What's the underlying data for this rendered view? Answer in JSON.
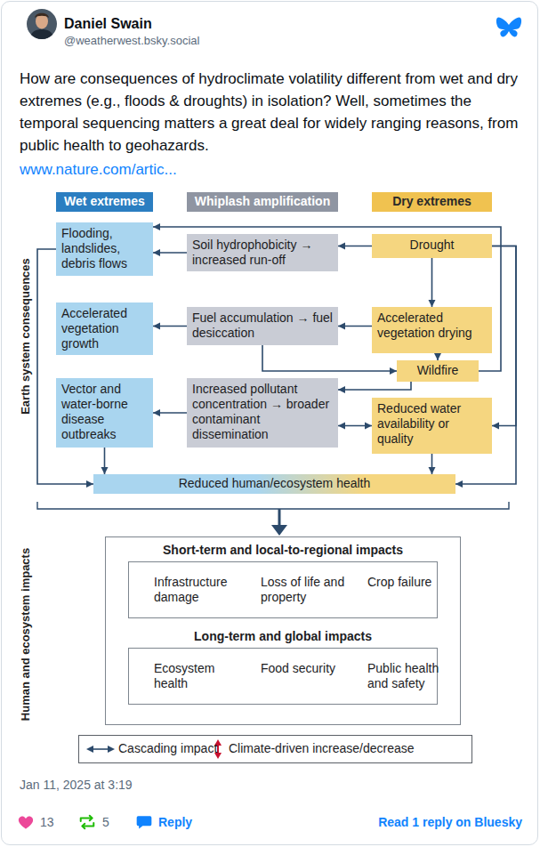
{
  "diagram": {
    "nodes": [
      {
        "text": [
          "Wet extremes"
        ]
      },
      {
        "text": [
          "Whiplash amplification"
        ]
      },
      {
        "text": [
          "Dry extremes"
        ]
      },
      {
        "text": [
          "Flooding, landslides, debris flows"
        ]
      },
      {
        "text": [
          "Soil hydrophobicity → increased run-off"
        ]
      },
      {
        "text": [
          "Drought"
        ]
      },
      {
        "text": [
          "Accelerated vegetation growth"
        ]
      },
      {
        "text": [
          "Fuel accumulation → fuel desiccation"
        ]
      },
      {
        "text": [
          "Accelerated vegetation drying"
        ]
      },
      {
        "text": [
          "Wildfire"
        ]
      },
      {
        "text": [
          "Vector and water-borne disease outbreaks"
        ]
      },
      {
        "text": [
          "Increased pollutant concentration → broader contaminant dissemination"
        ]
      },
      {
        "text": [
          "Reduced water availability or quality"
        ]
      },
      {
        "text": [
          "Reduced human/ecosystem health"
        ]
      },
      {
        "text": [
          "Short-term and local-to-regional impacts",
          "Long-term and global impacts"
        ]
      },
      {
        "text": [
          "Infrastructure damage",
          "Loss of life and property",
          "Crop failure"
        ],
        "in": 14
      },
      {
        "text": [
          "Ecosystem health",
          "Food security",
          "Public health and safety"
        ],
        "in": 14
      }
    ],
    "edges": [
      {
        "from": 5,
        "to": 4,
        "arrow": "to"
      },
      {
        "from": 4,
        "to": 3,
        "arrow": "to"
      },
      {
        "from": 5,
        "to": 8,
        "arrow": "to"
      },
      {
        "from": 8,
        "to": 7,
        "arrow": "to"
      },
      {
        "from": 7,
        "to": 6,
        "arrow": "to"
      },
      {
        "from": 8,
        "to": 9,
        "arrow": "to"
      },
      {
        "from": 7,
        "to": 9,
        "arrow": "to"
      },
      {
        "from": 9,
        "to": 3,
        "arrow": "to"
      },
      {
        "from": 9,
        "to": 11,
        "arrow": "to"
      },
      {
        "from": 11,
        "to": 10,
        "arrow": "to"
      },
      {
        "from": 11,
        "to": 12,
        "arrow": "both"
      },
      {
        "from": 10,
        "to": 13,
        "arrow": "to"
      },
      {
        "from": 12,
        "to": 13,
        "arrow": "to"
      },
      {
        "from": 3,
        "to": 13,
        "arrow": "to"
      },
      {
        "from": 5,
        "to": 12,
        "arrow": "to"
      },
      {
        "from": 5,
        "to": 13,
        "arrow": "to"
      }
    ],
    "labels": [
      "Daniel Swain",
      "@weatherwest.bsky.social",
      "How are consequences of hydroclimate volatility different from wet and dry extremes (e.g., floods & droughts) in isolation? Well, sometimes the temporal sequencing matters a great deal for widely ranging reasons, from public health to geohazards.",
      "www.nature.com/artic...",
      "Earth system consequences",
      "Human and ecosystem impacts",
      "Jan 11, 2025 at 3:19",
      "13",
      "5",
      "Reply",
      "Read 1 reply on Bluesky"
    ],
    "legend": [
      {
        "text": "Cascading impact"
      },
      {
        "text": "Climate-driven increase/decrease"
      }
    ]
  }
}
